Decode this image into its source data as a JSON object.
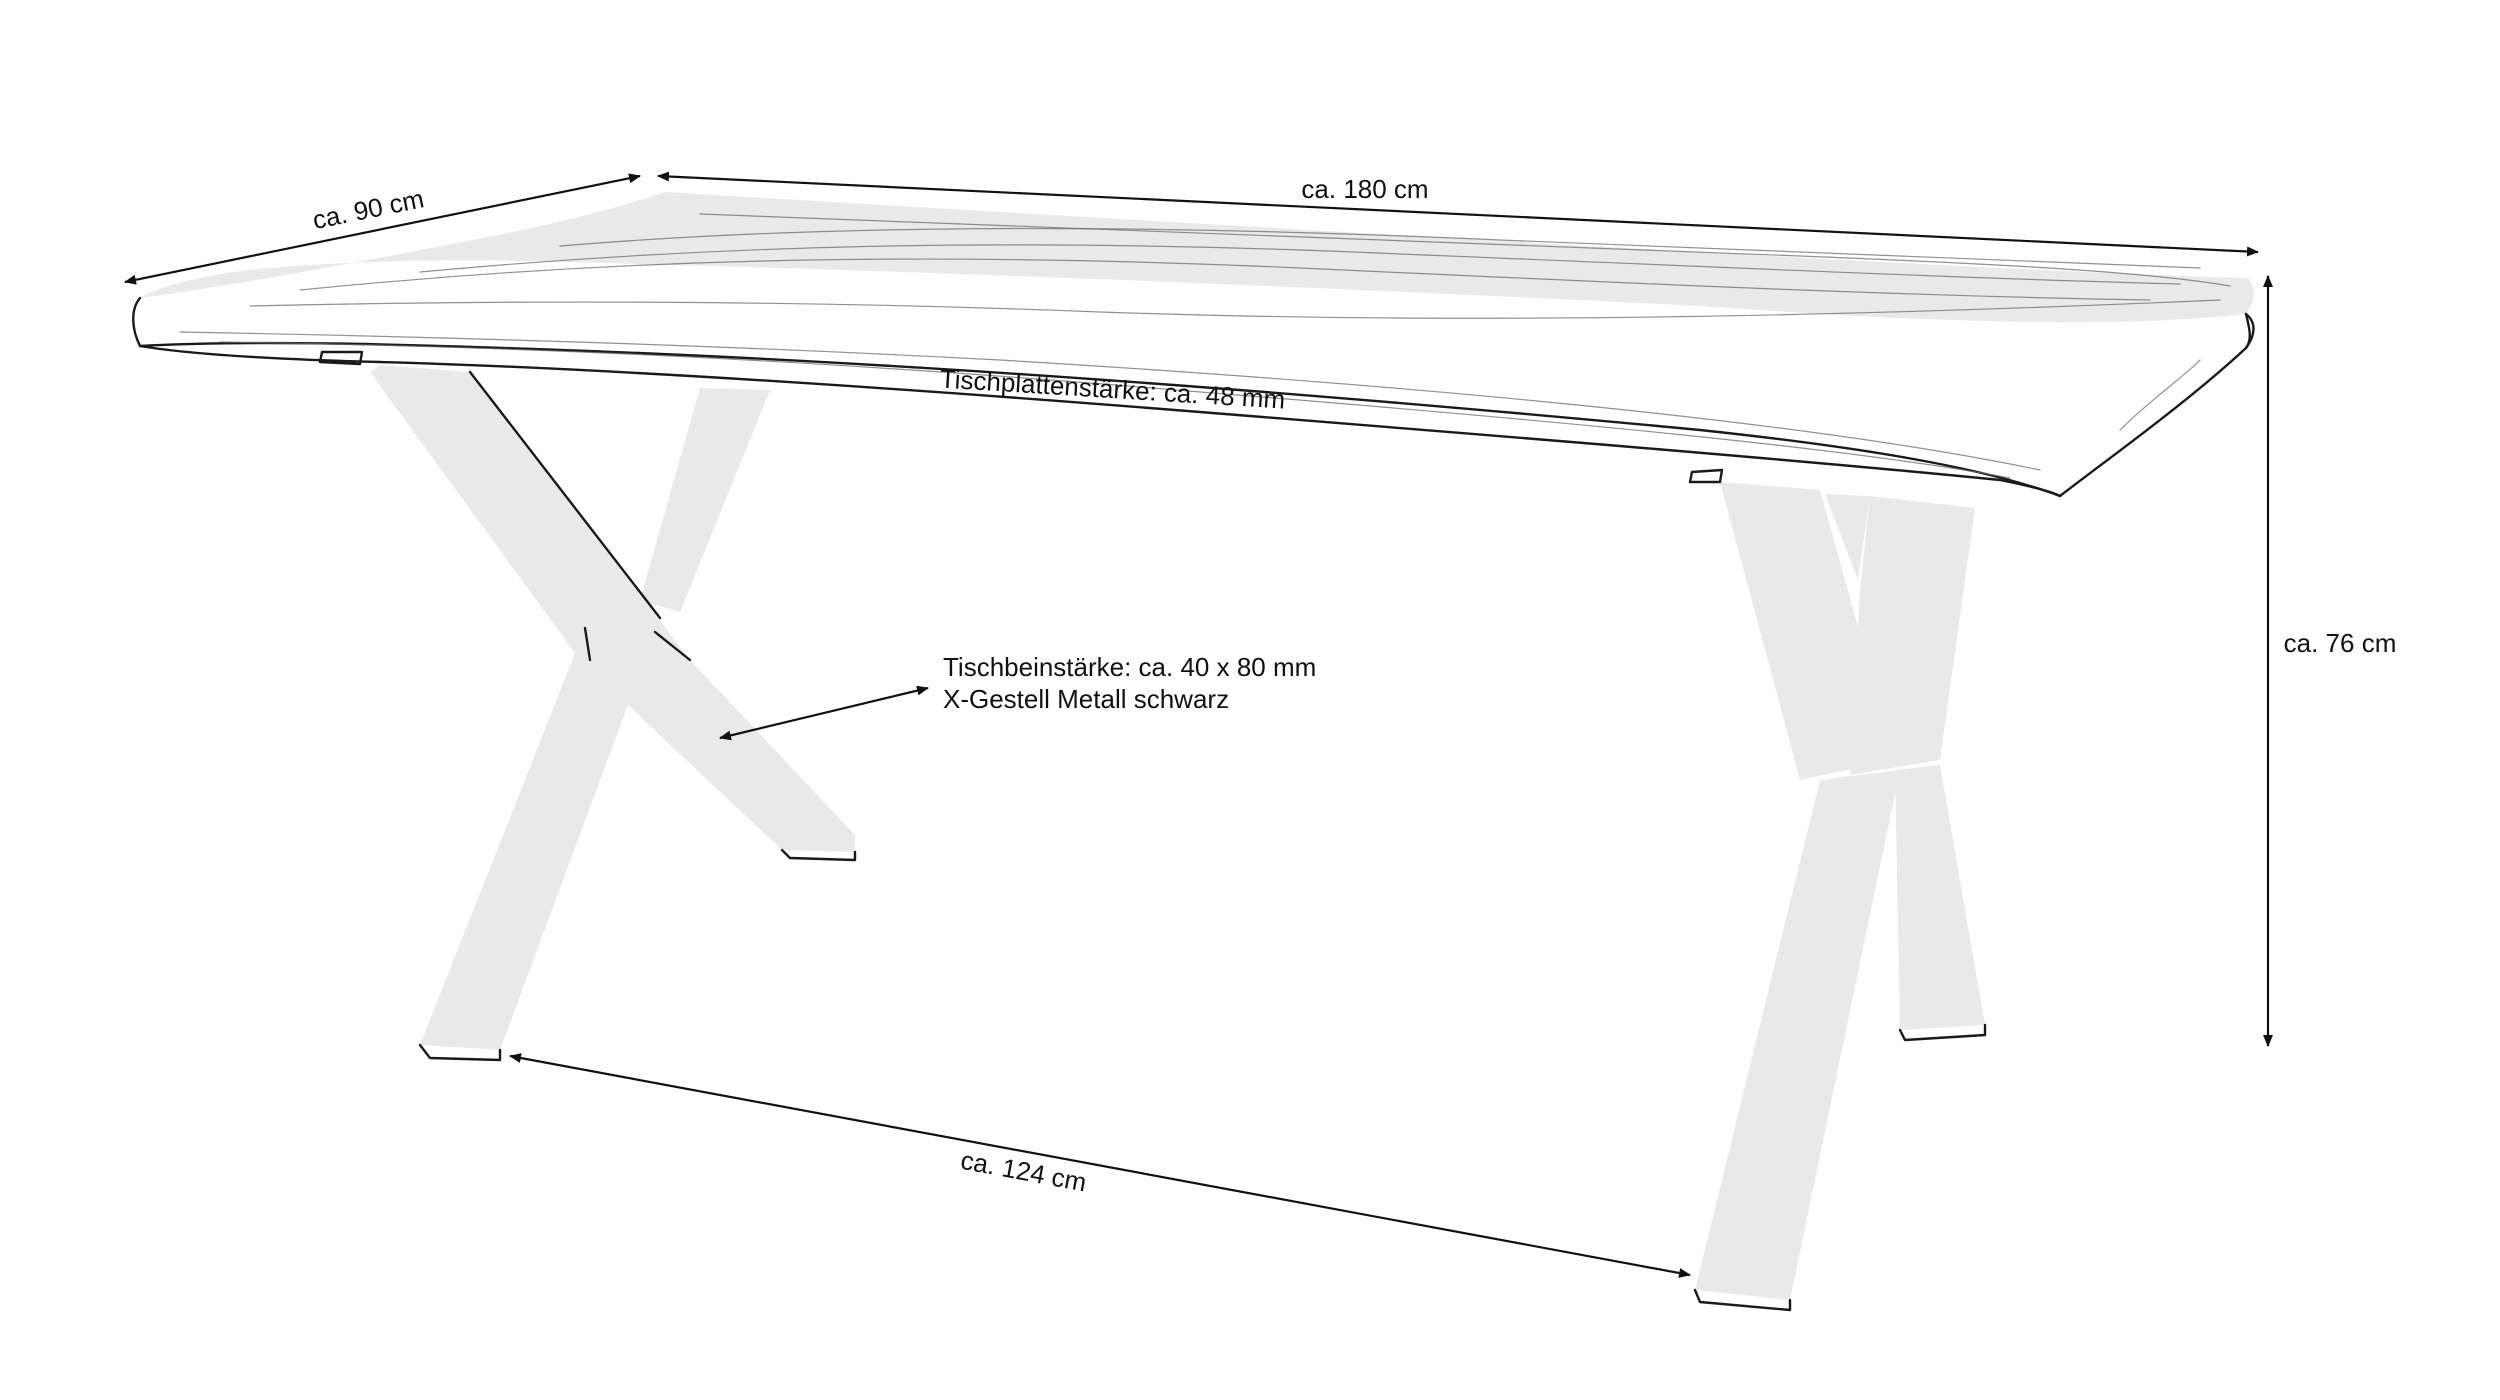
{
  "dimensions": {
    "depth": "ca. 90 cm",
    "length": "ca. 180 cm",
    "height": "ca. 76 cm",
    "leg_spacing": "ca. 124 cm",
    "top_thickness": "Tischplattenstärke: ca. 48 mm"
  },
  "leg_annotation": {
    "line1": "Tischbeinstärke: ca. 40 x 80 mm",
    "line2": "X-Gestell Metall schwarz"
  }
}
